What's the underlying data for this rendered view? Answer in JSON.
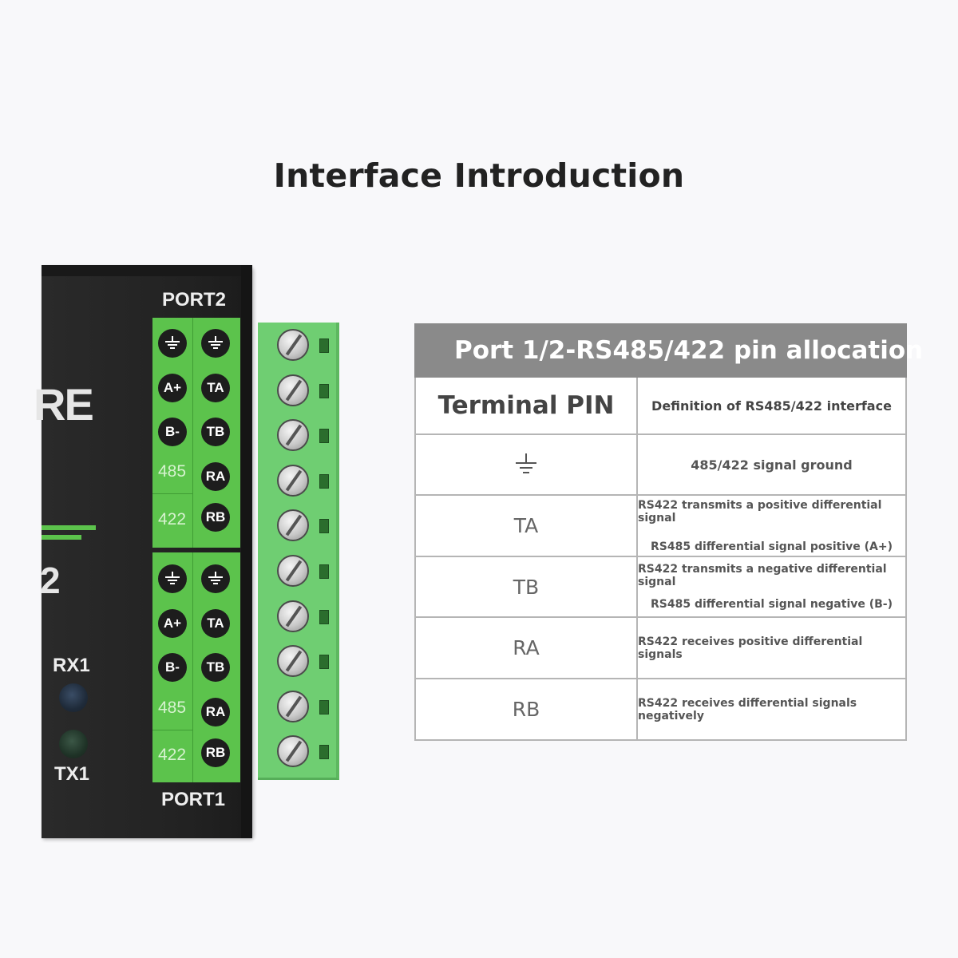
{
  "heading": "Interface Introduction",
  "device": {
    "brand_fragment": "RE",
    "model_fragment": "2",
    "port_top": "PORT2",
    "port_bottom": "PORT1",
    "led_rx": "RX1",
    "led_tx": "TX1",
    "mode_485": "485",
    "mode_422": "422",
    "port_pins_left": [
      "⏚",
      "A+",
      "B-"
    ],
    "port_pins_right": [
      "⏚",
      "TA",
      "TB",
      "RA",
      "RB"
    ]
  },
  "table": {
    "title": "Port 1/2-RS485/422 pin allocation",
    "col_pin": "Terminal PIN",
    "col_def": "Definition of RS485/422 interface",
    "rows": [
      {
        "pin": "⏚",
        "defs": [
          "485/422 signal ground"
        ]
      },
      {
        "pin": "TA",
        "defs": [
          "RS422 transmits a positive differential signal",
          "RS485 differential signal positive (A+)"
        ]
      },
      {
        "pin": "TB",
        "defs": [
          "RS422 transmits a negative differential signal",
          "RS485 differential signal negative (B-)"
        ]
      },
      {
        "pin": "RA",
        "defs": [
          "RS422 receives positive differential signals"
        ]
      },
      {
        "pin": "RB",
        "defs": [
          "RS422 receives differential signals negatively"
        ]
      }
    ]
  },
  "colors": {
    "terminal_green": "#6fce72",
    "panel_green": "#5cc34c",
    "table_header_gray": "#8a8a8a"
  }
}
